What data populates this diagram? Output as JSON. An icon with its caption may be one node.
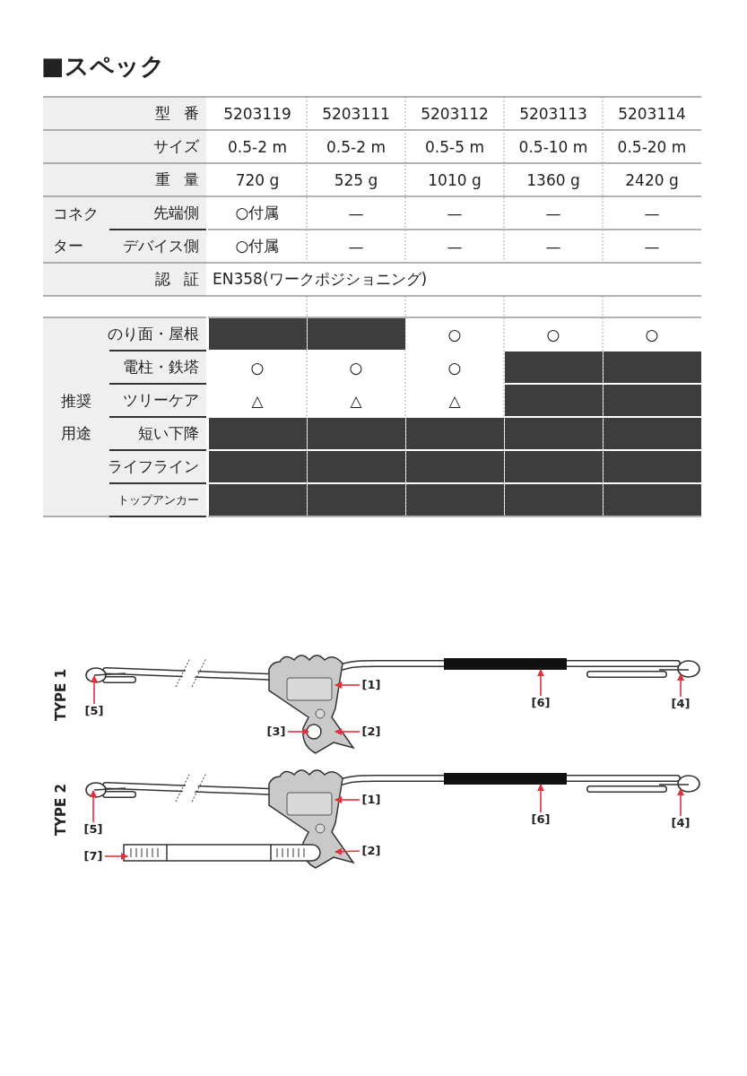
{
  "diagram": {
    "title": "■スペック",
    "nodes": [
      {
        "text": [],
        "shape": "box"
      },
      {
        "text": [],
        "shape": "box"
      },
      {
        "text": [],
        "shape": "box"
      },
      {
        "text": [],
        "shape": "box"
      },
      {
        "text": [],
        "shape": "box"
      },
      {
        "text": [],
        "shape": "box"
      },
      {
        "text": [],
        "shape": "box"
      },
      {
        "text": [],
        "shape": "box"
      },
      {
        "text": [],
        "shape": "box"
      },
      {
        "text": [],
        "shape": "box"
      },
      {
        "text": [],
        "shape": "box"
      },
      {
        "text": [],
        "shape": "box"
      },
      {
        "text": [],
        "shape": "box"
      },
      {
        "text": [],
        "shape": "box"
      },
      {
        "text": [],
        "shape": "box"
      },
      {
        "text": [],
        "shape": "box"
      },
      {
        "text": [],
        "shape": "box"
      },
      {
        "text": [],
        "shape": "box"
      },
      {
        "text": [],
        "shape": "box"
      },
      {
        "text": [],
        "shape": "box"
      },
      {
        "text": [],
        "shape": "box"
      },
      {
        "text": [
          "[1]"
        ]
      },
      {
        "text": [
          "[6]"
        ]
      },
      {
        "text": [
          "[4]"
        ]
      },
      {
        "text": [
          "[5]"
        ]
      },
      {
        "text": [
          "[3]"
        ]
      },
      {
        "text": [
          "[2]"
        ]
      },
      {
        "text": [
          "[1]"
        ]
      },
      {
        "text": [
          "[6]"
        ]
      },
      {
        "text": [
          "[4]"
        ]
      },
      {
        "text": [
          "[5]"
        ]
      },
      {
        "text": [
          "[2]"
        ]
      },
      {
        "text": [
          "[7]"
        ]
      }
    ],
    "edges": [
      {
        "from": 21,
        "to": null,
        "arrow": "to"
      },
      {
        "from": 22,
        "to": null,
        "arrow": "to"
      },
      {
        "from": 23,
        "to": null,
        "arrow": "to"
      },
      {
        "from": 24,
        "to": null,
        "arrow": "to"
      },
      {
        "from": 25,
        "to": null,
        "arrow": "to"
      },
      {
        "from": 26,
        "to": null,
        "arrow": "to"
      },
      {
        "from": 27,
        "to": null,
        "arrow": "to"
      },
      {
        "from": 28,
        "to": null,
        "arrow": "to"
      },
      {
        "from": 29,
        "to": null,
        "arrow": "to"
      },
      {
        "from": 30,
        "to": null,
        "arrow": "to"
      },
      {
        "from": 31,
        "to": null,
        "arrow": "to"
      },
      {
        "from": 32,
        "to": null,
        "arrow": "to"
      }
    ],
    "labels": [
      "型番",
      "5203119",
      "5203111",
      "5203112",
      "5203113",
      "5203114",
      "サイズ",
      "0.5-2 m",
      "0.5-2 m",
      "0.5-5 m",
      "0.5-10 m",
      "0.5-20 m",
      "重量",
      "720 g",
      "525 g",
      "1010 g",
      "1360 g",
      "2420 g",
      "コネクター",
      "先端側",
      "○付属",
      "—",
      "—",
      "—",
      "—",
      "デバイス側",
      "○付属",
      "—",
      "—",
      "—",
      "—",
      "認証",
      "EN358(ワークポジショニング)",
      "推奨用途",
      "のり面・屋根",
      "○",
      "○",
      "○",
      "電柱・鉄塔",
      "○",
      "○",
      "○",
      "ツリーケア",
      "△",
      "△",
      "△",
      "短い下降",
      "ライフライン",
      "トップアンカー",
      "TYPE 1",
      "TYPE 2"
    ]
  }
}
